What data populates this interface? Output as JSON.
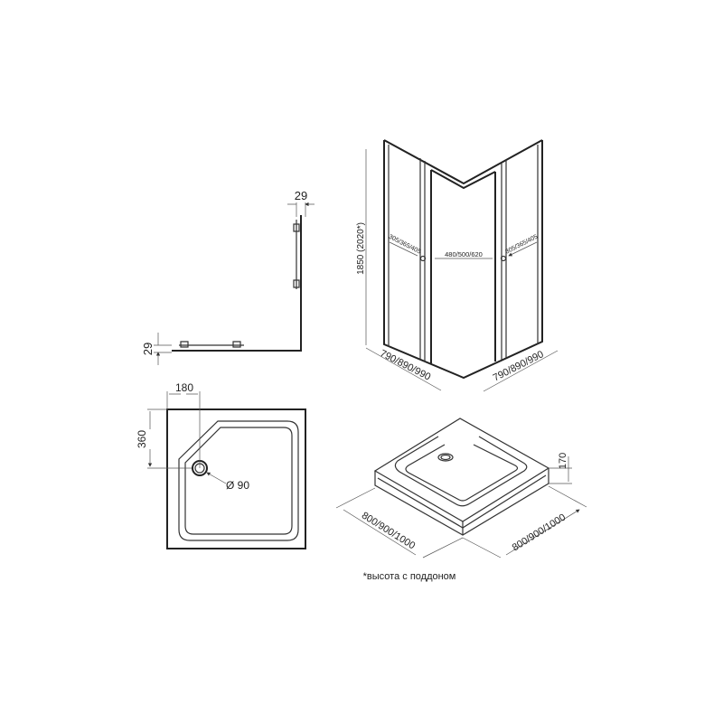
{
  "profile_view": {
    "top_dim": "29",
    "left_dim": "29"
  },
  "cabin_view": {
    "height_label": "1850  (2020*)",
    "left_door_label": "305/365/405",
    "center_door_label": "480/500/620",
    "right_door_label": "305/365/405",
    "left_width_label": "790/890/990",
    "right_width_label": "790/890/990"
  },
  "tray_plan": {
    "drain_x_dim": "180",
    "drain_y_dim": "360",
    "drain_diameter": "Ø 90"
  },
  "tray_iso": {
    "height_dim": "170",
    "left_width_label": "800/900/1000",
    "right_width_label": "800/900/1000"
  },
  "footnote": "*высота с поддоном"
}
